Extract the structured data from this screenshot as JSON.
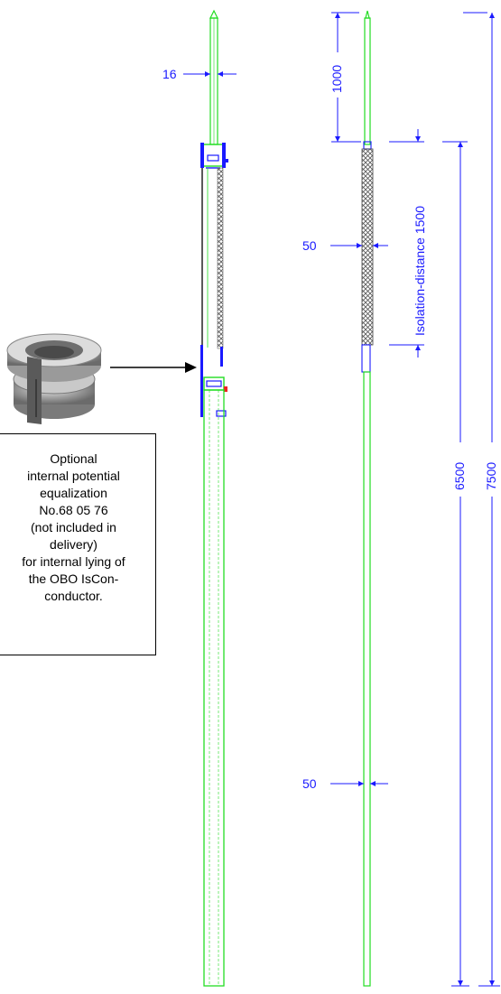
{
  "dimensions": {
    "top_rod_diameter": "16",
    "top_length": "1000",
    "middle_diameter": "50",
    "bottom_diameter": "50",
    "isolation": "Isolation-distance 1500",
    "length_6500": "6500",
    "length_7500": "7500"
  },
  "note": {
    "lines": [
      "Optional",
      "internal potential",
      "equalization",
      "No.68 05 76",
      "(not included in",
      "delivery)",
      "for internal lying of",
      "the OBO IsCon-",
      "conductor."
    ]
  },
  "colors": {
    "dimension": "#1a1aff",
    "outline": "#22dd22",
    "accent_red": "#ee2222",
    "ink": "#000000"
  },
  "icons": {
    "fitting_photo": "potential-equalization-fitting-icon"
  }
}
